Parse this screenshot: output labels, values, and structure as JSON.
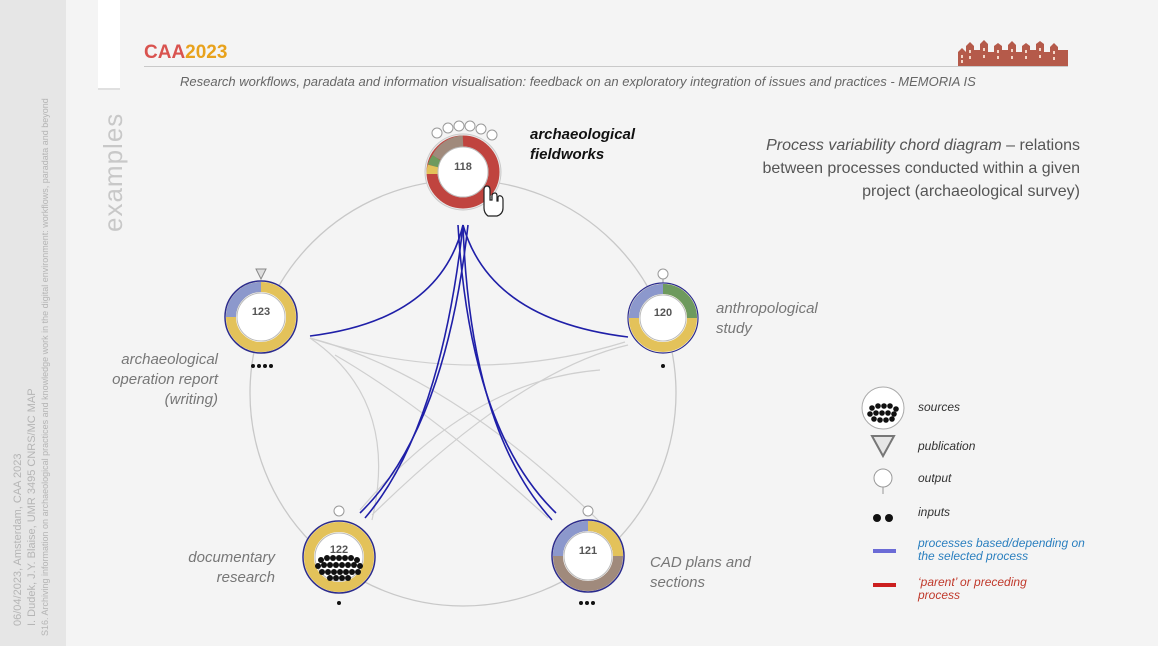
{
  "header": {
    "logo_caa": "CAA",
    "logo_year": "2023",
    "subtitle": "Research workflows, paradata and information visualisation: feedback on an exploratory integration of issues and practices - MEMORIA IS"
  },
  "side": {
    "section": "examples",
    "credit_line1": "06/04/2023, Amsterdam, CAA 2023",
    "credit_line2": "I. Dudek, J.Y. Blaise, UMR 3495 CNRS/MC MAP",
    "credit_line3": "S16. Archiving information on archaeological practices and knowledge work in the digital environment: workflows, paradata and beyond"
  },
  "description": {
    "italic": "Process variability chord diagram",
    "rest": " – relations between processes conducted within a given project (archaeological survey)"
  },
  "nodes": [
    {
      "id": "118",
      "label1": "archaeological",
      "label2": "fieldworks"
    },
    {
      "id": "120",
      "label1": "anthropological",
      "label2": "study"
    },
    {
      "id": "123",
      "label1": "archaeological",
      "label2": "operation report",
      "label3": "(writing)"
    },
    {
      "id": "122",
      "label1": "documentary",
      "label2": "research"
    },
    {
      "id": "121",
      "label1": "CAD plans and",
      "label2": "sections"
    }
  ],
  "legend": {
    "sources": "sources",
    "publication": "publication",
    "output": "output",
    "inputs": "inputs",
    "blue_line1": "processes based/depending on",
    "blue_line2": "the selected process",
    "red_line1": "‘parent’ or preceding",
    "red_line2": "process"
  },
  "colors": {
    "chord_selected": "#1f1fa8",
    "chord_other": "#cccccc",
    "ring_red": "#c0443f",
    "ring_yellow": "#e3c25a",
    "ring_blue": "#8c98cc",
    "ring_green": "#6e9a5e",
    "ring_brown": "#a08a7c",
    "legend_blue": "#6b6bd6",
    "legend_red": "#cc1f1f"
  }
}
